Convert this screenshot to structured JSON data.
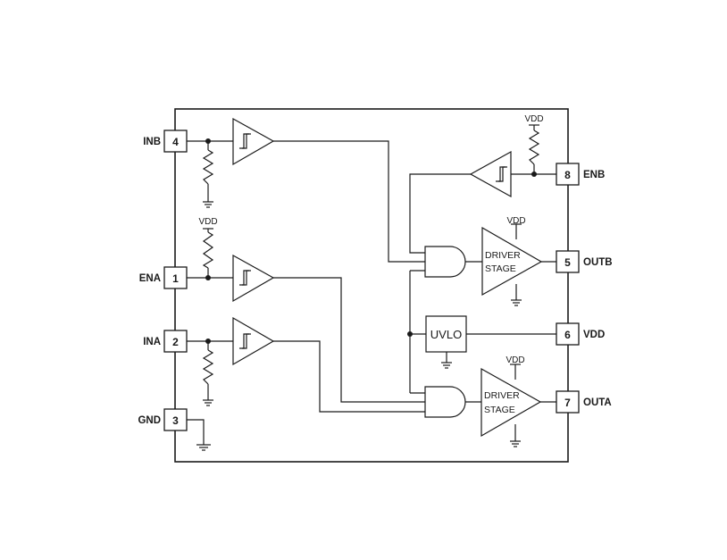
{
  "pins": [
    {
      "number": "4",
      "name": "INB"
    },
    {
      "number": "1",
      "name": "ENA"
    },
    {
      "number": "2",
      "name": "INA"
    },
    {
      "number": "3",
      "name": "GND"
    },
    {
      "number": "8",
      "name": "ENB"
    },
    {
      "number": "5",
      "name": "OUTB"
    },
    {
      "number": "6",
      "name": "VDD"
    },
    {
      "number": "7",
      "name": "OUTA"
    }
  ],
  "supply_label": "VDD",
  "driver_stage": {
    "line1": "DRIVER",
    "line2": "STAGE"
  },
  "uvlo_label": "UVLO",
  "colors": {
    "line": "#1a1a1a",
    "background": "#ffffff"
  }
}
